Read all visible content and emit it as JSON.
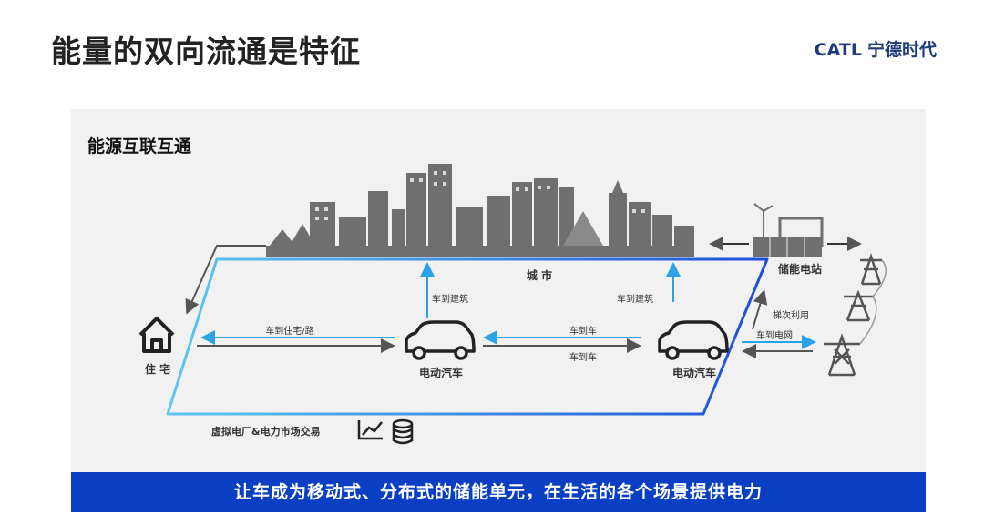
{
  "page": {
    "title": "能量的双向流通是特征"
  },
  "logo": {
    "text_en": "CATL",
    "text_cn": "宁德时代"
  },
  "diagram": {
    "panel_title": "能源互联互通",
    "nodes": {
      "city": "城 市",
      "storage": "储能电站",
      "home": "住 宅",
      "ev_left": "电动汽车",
      "ev_right": "电动汽车"
    },
    "flows": {
      "v2b_left": "车到建筑",
      "v2b_right": "车到建筑",
      "v2h": "车到住宅/路",
      "v2v_top": "车到车",
      "v2v_bottom": "车到车",
      "second_life": "梯次利用",
      "v2g": "车到电网"
    },
    "vpp": "虚拟电厂&电力市场交易"
  },
  "banner": {
    "text": "让车成为移动式、分布式的储能单元，在生活的各个场景提供电力"
  }
}
